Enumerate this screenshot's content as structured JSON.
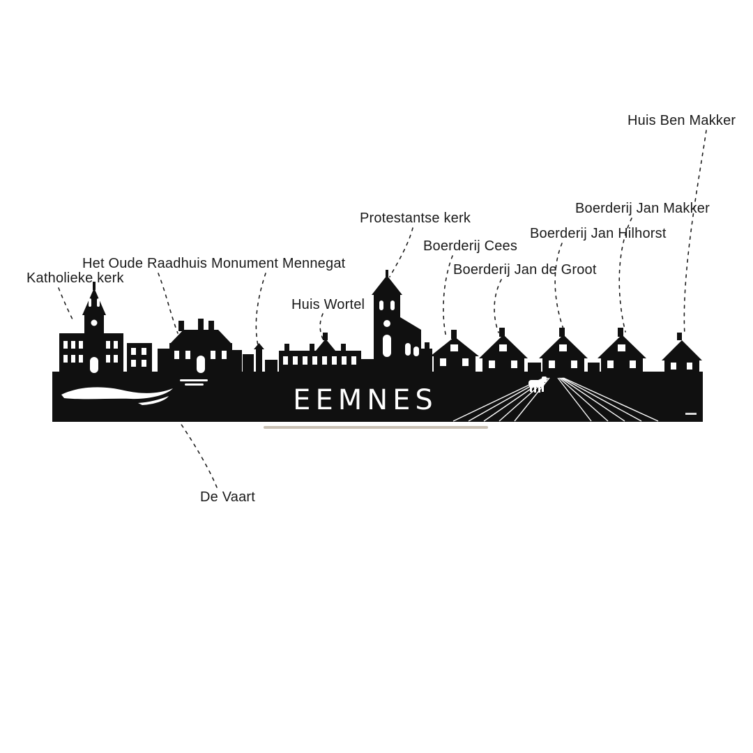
{
  "skyline": {
    "name": "EEMNES"
  },
  "labels": {
    "katholieke_kerk": "Katholieke kerk",
    "het_oude_raadhuis": "Het Oude Raadhuis",
    "monument_mennegat": "Monument Mennegat",
    "huis_wortel": "Huis Wortel",
    "protestantse_kerk": "Protestantse kerk",
    "boerderij_cees": "Boerderij Cees",
    "boerderij_jan_de_groot": "Boerderij Jan de Groot",
    "boerderij_jan_hilhorst": "Boerderij Jan Hilhorst",
    "boerderij_jan_makker": "Boerderij Jan Makker",
    "huis_ben_makker": "Huis Ben Makker",
    "de_vaart": "De Vaart"
  },
  "colors": {
    "background": "#ffffff",
    "silhouette": "#101010",
    "detail_white": "#ffffff",
    "leader_line": "#1c1c1c",
    "label_text": "#191919",
    "stand": "#c9c0b4"
  }
}
